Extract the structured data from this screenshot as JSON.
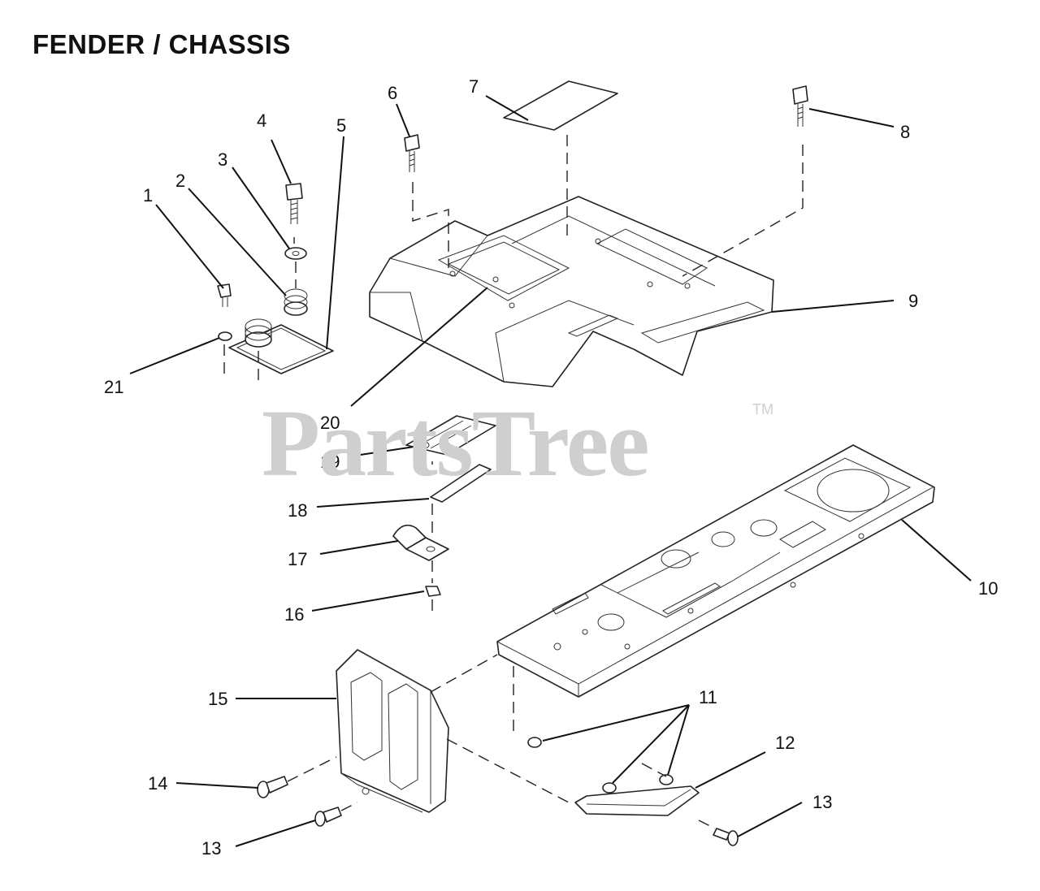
{
  "title": "FENDER / CHASSIS",
  "watermark": {
    "text": "PartsTree",
    "trademark": "TM"
  },
  "callouts": [
    {
      "id": "c1",
      "label": "1"
    },
    {
      "id": "c2",
      "label": "2"
    },
    {
      "id": "c3",
      "label": "3"
    },
    {
      "id": "c4",
      "label": "4"
    },
    {
      "id": "c5",
      "label": "5"
    },
    {
      "id": "c6",
      "label": "6"
    },
    {
      "id": "c7",
      "label": "7"
    },
    {
      "id": "c8",
      "label": "8"
    },
    {
      "id": "c9",
      "label": "9"
    },
    {
      "id": "c10",
      "label": "10"
    },
    {
      "id": "c11",
      "label": "11"
    },
    {
      "id": "c12",
      "label": "12"
    },
    {
      "id": "c13a",
      "label": "13"
    },
    {
      "id": "c13b",
      "label": "13"
    },
    {
      "id": "c14",
      "label": "14"
    },
    {
      "id": "c15",
      "label": "15"
    },
    {
      "id": "c16",
      "label": "16"
    },
    {
      "id": "c17",
      "label": "17"
    },
    {
      "id": "c18",
      "label": "18"
    },
    {
      "id": "c19",
      "label": "19"
    },
    {
      "id": "c20",
      "label": "20"
    },
    {
      "id": "c21",
      "label": "21"
    }
  ],
  "colors": {
    "line": "#222222",
    "watermark": "#cfcfcf",
    "background": "#ffffff"
  }
}
